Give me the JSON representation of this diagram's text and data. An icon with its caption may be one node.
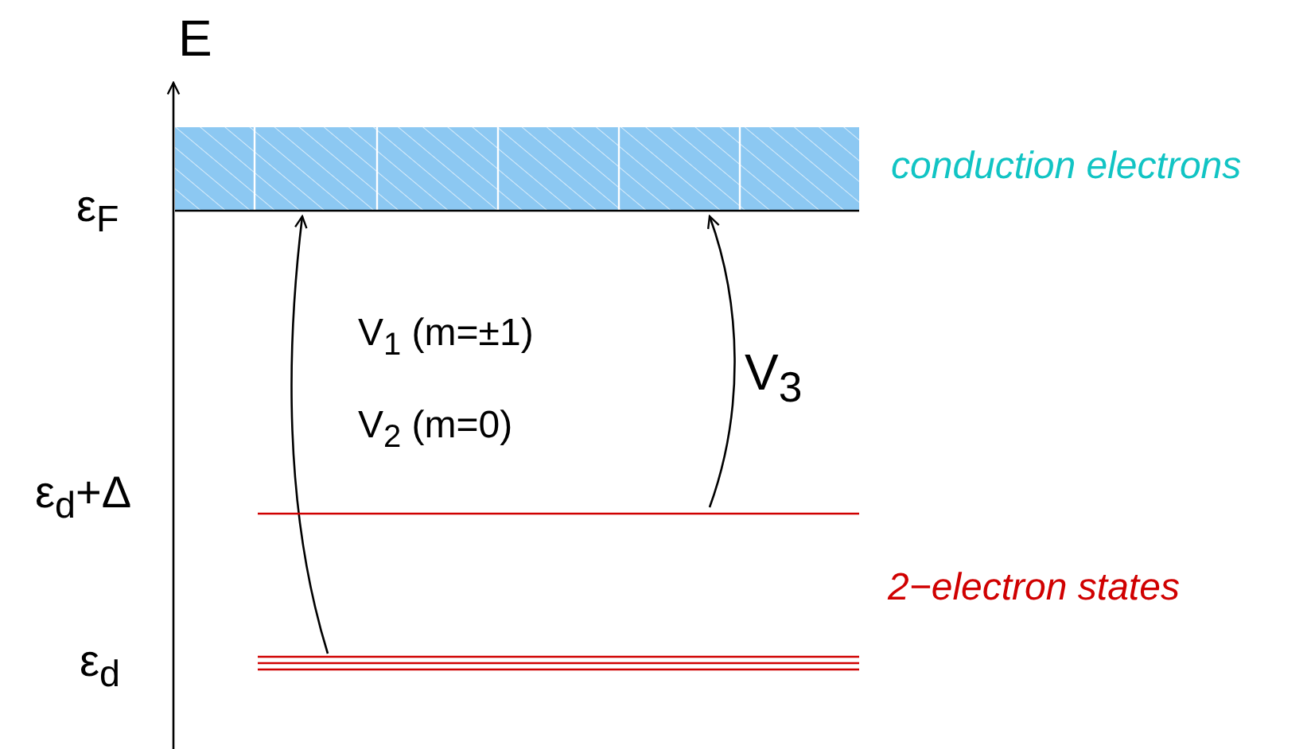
{
  "diagram": {
    "nodes": [
      {
        "text": [],
        "shape": "bar",
        "beside": [
          "ε$_{F}$",
          "conduction electrons"
        ]
      },
      {
        "text": [],
        "shape": "bar",
        "beside": [
          "ε$_{d}$+Δ"
        ]
      },
      {
        "text": [],
        "shape": "bar",
        "beside": [
          "ε$_{d}$"
        ]
      }
    ],
    "edges": [
      {
        "from": 2,
        "to": 0,
        "arrow": "to"
      },
      {
        "from": 1,
        "to": 0,
        "arrow": "to",
        "label": "V$_{3}$"
      }
    ],
    "labels": [
      "E",
      "V$_{1}$ (m=±1)",
      "V$_{2}$ (m=0)",
      "2−electron states"
    ]
  }
}
